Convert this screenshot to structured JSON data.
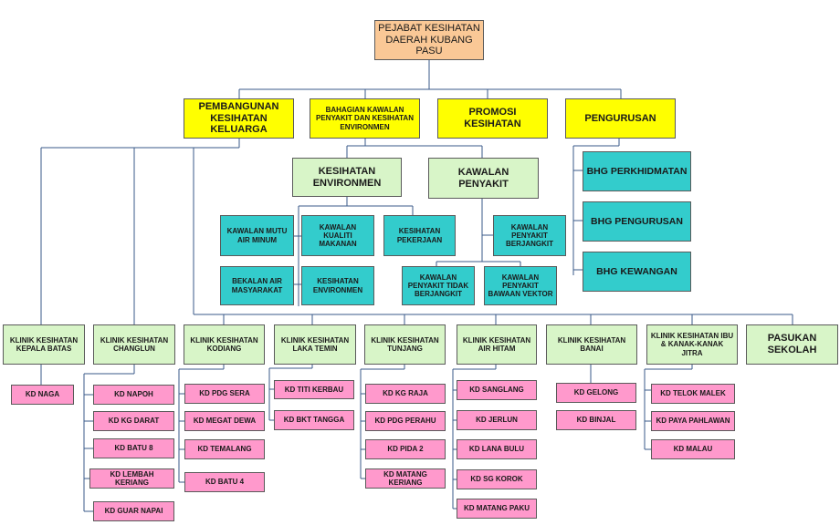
{
  "colors": {
    "root": "#fac896",
    "division": "#ffff00",
    "unit": "#d8f5c8",
    "section": "#33cccc",
    "clinic_branch": "#ff99cc",
    "line": "#3a5a8a"
  },
  "root": {
    "title": "PEJABAT KESIHATAN DAERAH KUBANG PASU"
  },
  "divisions": {
    "pembangunan": "PEMBANGUNAN KESIHATAN KELUARGA",
    "kawalan": "BAHAGIAN KAWALAN PENYAKIT DAN KESIHATAN ENVIRONMEN",
    "promosi": "PROMOSI KESIHATAN",
    "pengurusan": "PENGURUSAN"
  },
  "units": {
    "environmen": "KESIHATAN ENVIRONMEN",
    "kawalan_penyakit": "KAWALAN PENYAKIT"
  },
  "sections": {
    "mutu_air": "KAWALAN MUTU AIR MINUM",
    "kualiti_makanan": "KAWALAN KUALITI MAKANAN",
    "pekerjaan": "KESIHATAN PEKERJAAN",
    "bekalan_air": "BEKALAN AIR MASYARAKAT",
    "env": "KESIHATAN ENVIRONMEN",
    "berjangkit": "KAWALAN PENYAKIT BERJANGKIT",
    "tidak_berjangkit": "KAWALAN PENYAKIT TIDAK BERJANGKIT",
    "vektor": "KAWALAN PENYAKIT BAWAAN VEKTOR"
  },
  "admin_sections": {
    "perkhidmatan": "BHG PERKHIDMATAN",
    "pengurusan": "BHG PENGURUSAN",
    "kewangan": "BHG KEWANGAN"
  },
  "clinics": {
    "kepala_batas": "KLINIK KESIHATAN KEPALA BATAS",
    "changlun": "KLINIK KESIHATAN CHANGLUN",
    "kodiang": "KLINIK KESIHATAN KODIANG",
    "laka_temin": "KLINIK KESIHATAN LAKA TEMIN",
    "tunjang": "KLINIK KESIHATAN TUNJANG",
    "air_hitam": "KLINIK KESIHATAN AIR HITAM",
    "banai": "KLINIK KESIHATAN BANAI",
    "jitra": "KLINIK KESIHATAN IBU & KANAK-KANAK JITRA",
    "sekolah": "PASUKAN SEKOLAH"
  },
  "kd": {
    "naga": "KD NAGA",
    "napoh": "KD NAPOH",
    "kg_darat": "KD KG DARAT",
    "batu8": "KD BATU 8",
    "lembah_keriang": "KD LEMBAH KERIANG",
    "guar_napai": "KD GUAR NAPAI",
    "pdg_sera": "KD PDG SERA",
    "megat_dewa": "KD MEGAT DEWA",
    "temalang": "KD TEMALANG",
    "batu4": "KD BATU 4",
    "titi_kerbau": "KD TITI KERBAU",
    "bkt_tangga": "KD BKT TANGGA",
    "kg_raja": "KD KG RAJA",
    "pdg_perahu": "KD PDG PERAHU",
    "pida2": "KD PIDA 2",
    "matang_keriang": "KD MATANG KERIANG",
    "sanglang": "KD SANGLANG",
    "jerlun": "KD JERLUN",
    "lana_bulu": "KD LANA BULU",
    "sg_korok": "KD SG KOROK",
    "matang_paku": "KD MATANG PAKU",
    "gelong": "KD GELONG",
    "binjal": "KD BINJAL",
    "telok_malek": "KD TELOK MALEK",
    "paya_pahlawan": "KD PAYA PAHLAWAN",
    "malau": "KD MALAU"
  }
}
